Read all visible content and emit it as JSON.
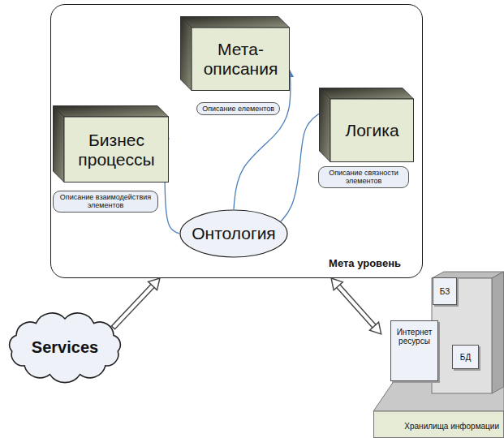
{
  "diagram": {
    "nodes": [
      {
        "text": [
          "Мета уровень"
        ]
      },
      {
        "text": [
          "Мета- описания"
        ],
        "in": 0
      },
      {
        "text": [
          "Описание елементов"
        ],
        "in": 0
      },
      {
        "text": [
          "Бизнес процессы"
        ],
        "in": 0
      },
      {
        "text": [
          "Описание взаимодействия элементов"
        ],
        "in": 0
      },
      {
        "text": [
          "Логика"
        ],
        "in": 0
      },
      {
        "text": [
          "Описание связности элементов"
        ],
        "in": 0
      },
      {
        "text": [
          "Онтология"
        ],
        "in": 0
      },
      {
        "text": [
          "Services"
        ]
      },
      {
        "text": [
          "Хранилища информации"
        ]
      },
      {
        "text": [
          "БЗ"
        ],
        "in": 9
      },
      {
        "text": [
          "Интернет ресурсы"
        ],
        "in": 9
      },
      {
        "text": [
          "БД"
        ],
        "in": 9
      }
    ],
    "edges": [
      {
        "from": 7,
        "to": 3,
        "arrow": "none"
      },
      {
        "from": 7,
        "to": 1,
        "arrow": "to"
      },
      {
        "from": 7,
        "to": 5,
        "arrow": "none"
      },
      {
        "from": 8,
        "to": 0,
        "arrow": "to"
      },
      {
        "from": 0,
        "to": 9,
        "arrow": "both"
      }
    ]
  }
}
